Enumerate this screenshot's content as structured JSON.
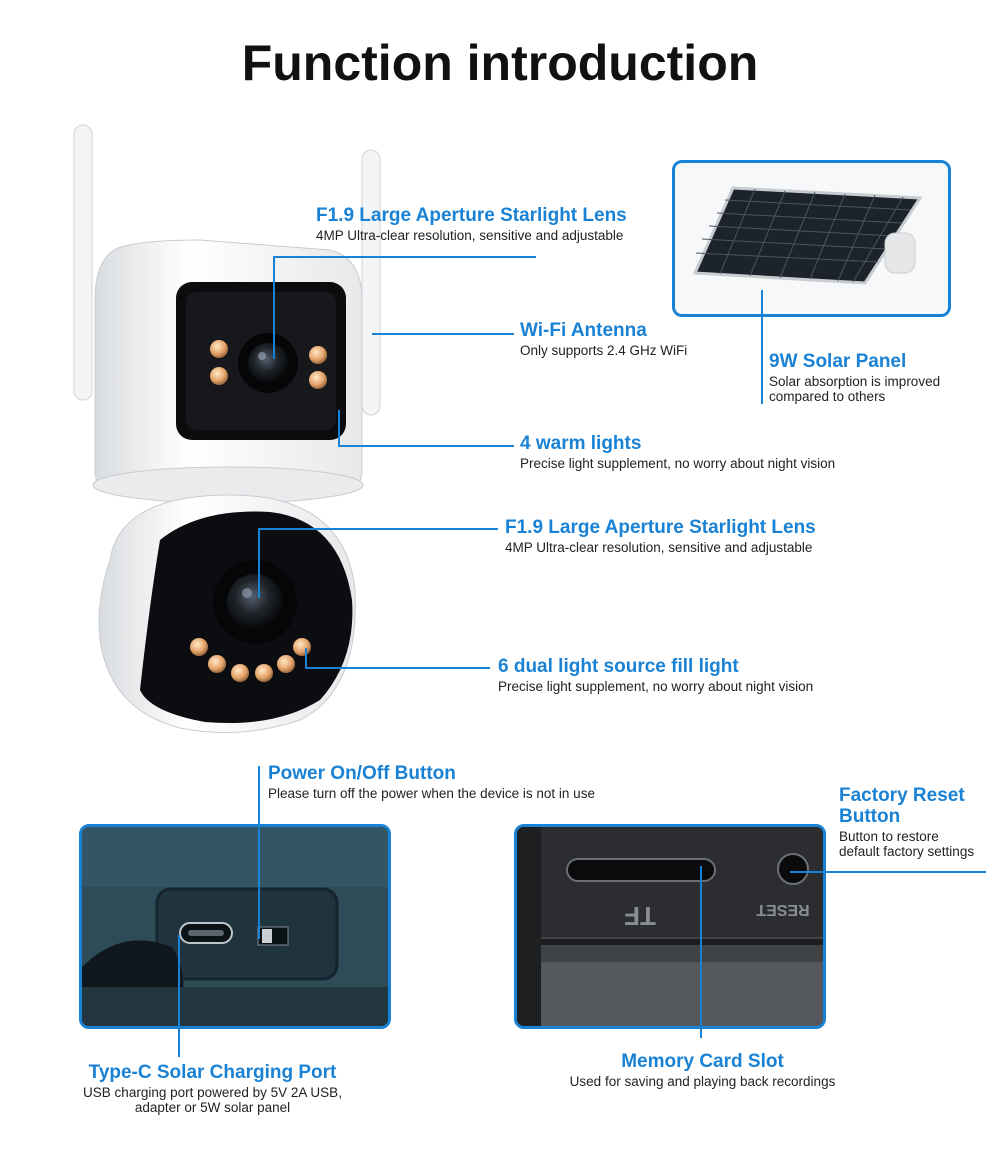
{
  "title": "Function introduction",
  "accent_color": "#1a82d4",
  "callouts": {
    "lens_top": {
      "title": "F1.9 Large Aperture Starlight Lens",
      "desc": "4MP Ultra-clear resolution, sensitive and adjustable"
    },
    "wifi": {
      "title": "Wi-Fi Antenna",
      "desc": "Only supports 2.4 GHz WiFi"
    },
    "solar": {
      "title": "9W Solar Panel",
      "desc_line1": "Solar absorption is improved",
      "desc_line2": "compared to others"
    },
    "warm_lights": {
      "title": "4 warm lights",
      "desc": "Precise light supplement, no worry about night vision"
    },
    "lens_bottom": {
      "title": "F1.9 Large Aperture Starlight Lens",
      "desc": "4MP Ultra-clear resolution, sensitive and adjustable"
    },
    "fill_light": {
      "title": "6 dual light source fill light",
      "desc": "Precise light supplement, no worry about night vision"
    },
    "power": {
      "title": "Power On/Off Button",
      "desc": "Please turn off the power when the device is not in use"
    },
    "reset": {
      "title_line1": "Factory Reset",
      "title_line2": "Button",
      "desc_line1": "Button to restore",
      "desc_line2": "default factory settings"
    },
    "typec": {
      "title": "Type-C Solar Charging Port",
      "desc_line1": "USB charging port powered by 5V 2A USB,",
      "desc_line2": "adapter or 5W solar panel"
    },
    "memory": {
      "title": "Memory Card Slot",
      "desc": "Used for saving and playing back recordings"
    }
  },
  "photo_labels": {
    "tf": "TF",
    "reset_mark": "RESET"
  }
}
